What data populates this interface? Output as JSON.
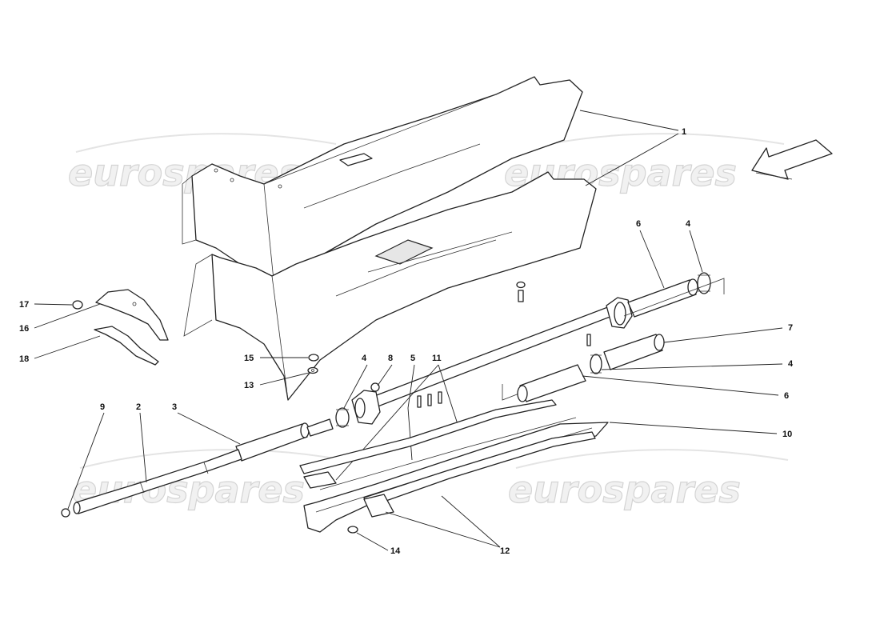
{
  "watermark": {
    "text_top_left": "eurospares",
    "text_top_right": "eurospares",
    "text_bottom_left": "eurospares",
    "text_bottom_right": "eurospares"
  },
  "callouts": {
    "c1": "1",
    "c2": "2",
    "c3": "3",
    "c4a": "4",
    "c4b": "4",
    "c4c": "4",
    "c5": "5",
    "c6a": "6",
    "c6b": "6",
    "c7": "7",
    "c8": "8",
    "c9": "9",
    "c10": "10",
    "c11": "11",
    "c12": "12",
    "c13": "13",
    "c14": "14",
    "c15": "15",
    "c16": "16",
    "c17": "17",
    "c18": "18"
  },
  "icons": {
    "direction": "direction-arrow-icon"
  }
}
